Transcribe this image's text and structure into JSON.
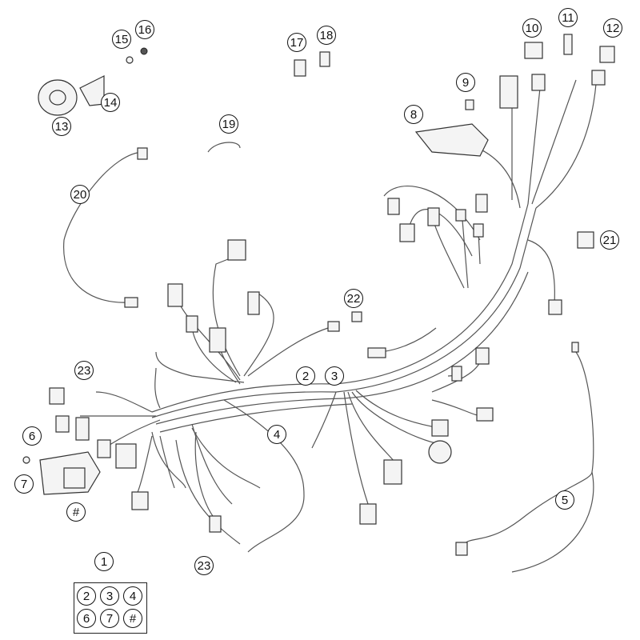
{
  "diagram": {
    "title": "Wiring harness exploded parts diagram",
    "callouts": {
      "c1": "1",
      "c2": "2",
      "c3": "3",
      "c4": "4",
      "c5": "5",
      "c6": "6",
      "c7": "7",
      "cHash": "#",
      "c8": "8",
      "c9": "9",
      "c10": "10",
      "c11": "11",
      "c12": "12",
      "c13": "13",
      "c14": "14",
      "c15": "15",
      "c16": "16",
      "c17": "17",
      "c18": "18",
      "c19": "19",
      "c20": "20",
      "c21": "21",
      "c22": "22",
      "c23a": "23",
      "c23b": "23"
    },
    "kit_contents": [
      "2",
      "3",
      "4",
      "6",
      "7",
      "#"
    ]
  }
}
